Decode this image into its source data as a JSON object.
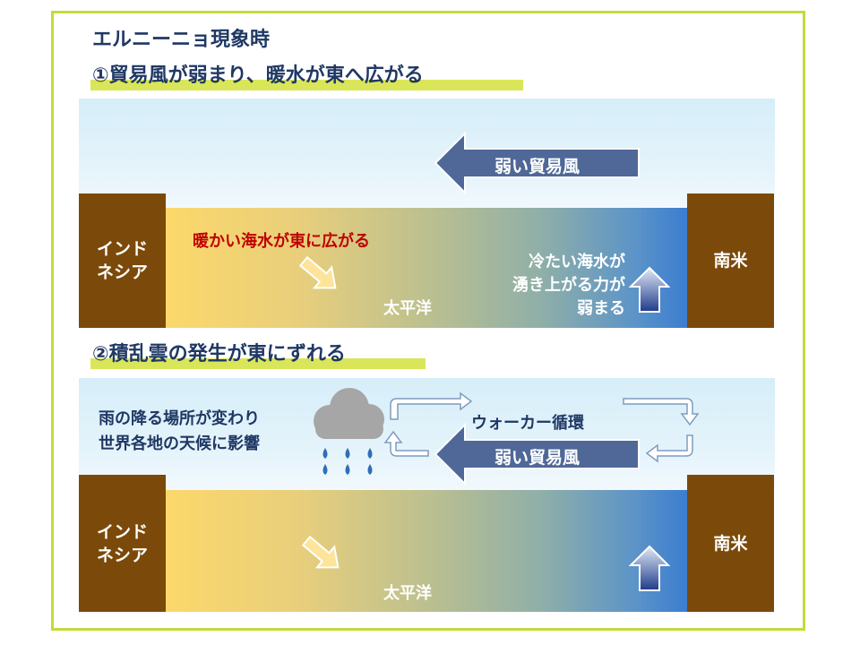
{
  "header": {
    "line1": "エルニーニョ現象時",
    "line2": "①貿易風が弱まり、暖水が東へ広がる"
  },
  "section2": {
    "title": "②積乱雲の発生が東にずれる"
  },
  "panel1": {
    "west_land": [
      "インド",
      "ネシア"
    ],
    "east_land": "南米",
    "wind_label": "弱い貿易風",
    "warm_water_label": "暖かい海水が東に広がる",
    "cold_water_label": [
      "冷たい海水が",
      "湧き上がる力が",
      "弱まる"
    ],
    "ocean_label": "太平洋"
  },
  "panel2": {
    "west_land": [
      "インド",
      "ネシア"
    ],
    "east_land": "南米",
    "wind_label": "弱い貿易風",
    "walker_label": "ウォーカー循環",
    "rain_label": [
      "雨の降る場所が変わり",
      "世界各地の天候に影響"
    ],
    "ocean_label": "太平洋"
  },
  "colors": {
    "frame": "#c6d93a",
    "title": "#1f3864",
    "highlight": "#d4e23c",
    "land": "#7b4a0a",
    "wind_arrow": "#4f6897",
    "warm_label": "#c00000",
    "ocean_warm": "#fcd86b",
    "ocean_cold": "#3b7dd0"
  },
  "icons": [
    "wind-arrow-left-icon",
    "diagonal-arrow-icon",
    "upward-arrow-icon",
    "rain-cloud-icon",
    "circulation-arrows-icon"
  ]
}
